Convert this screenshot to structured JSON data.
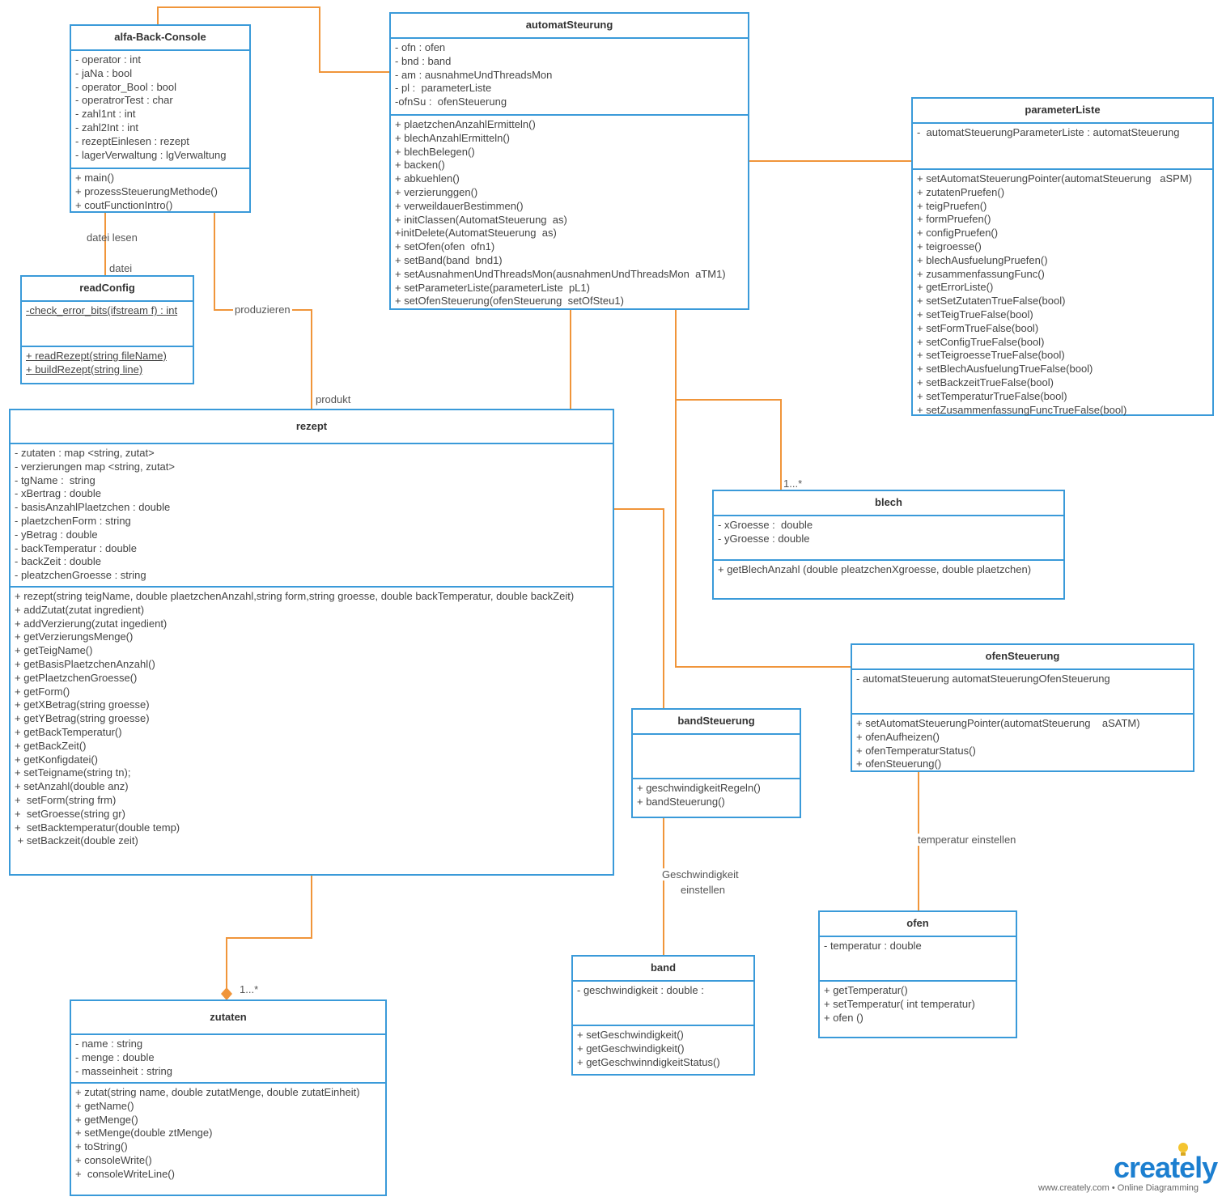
{
  "classes": {
    "alfa": {
      "name": "alfa-Back-Console",
      "attributes": [
        "- operator : int",
        "- jaNa : bool",
        "- operator_Bool : bool",
        "- operatrorTest : char",
        "- zahl1nt : int",
        "- zahl2Int : int",
        "- rezeptEinlesen : rezept",
        "- lagerVerwaltung : lgVerwaltung"
      ],
      "methods": [
        "+ main()",
        "+ prozessSteuerungMethode()",
        "+ coutFunctionIntro()"
      ]
    },
    "automat": {
      "name": "automatSteurung",
      "attributes": [
        "- ofn : ofen",
        "- bnd : band",
        "- am : ausnahmeUndThreadsMon",
        "- pl :  parameterListe",
        "-ofnSu :  ofenSteuerung"
      ],
      "methods": [
        "+ plaetzchenAnzahlErmitteln()",
        "+ blechAnzahlErmitteln()",
        "+ blechBelegen()",
        "+ backen()",
        "+ abkuehlen()",
        "+ verzierunggen()",
        "+ verweildauerBestimmen()",
        "+ initClassen(AutomatSteuerung  as)",
        "+initDelete(AutomatSteuerung  as)",
        "+ setOfen(ofen  ofn1)",
        "+ setBand(band  bnd1)",
        "+ setAusnahmenUndThreadsMon(ausnahmenUndThreadsMon  aTM1)",
        "+ setParameterListe(parameterListe  pL1)",
        "+ setOfenSteuerung(ofenSteuerung  setOfSteu1)"
      ]
    },
    "param": {
      "name": "parameterListe",
      "attributes": [
        "-  automatSteuerungParameterListe : automatSteuerung"
      ],
      "methods": [
        "+ setAutomatSteuerungPointer(automatSteuerung   aSPM)",
        "+ zutatenPruefen()",
        "+ teigPruefen()",
        "+ formPruefen()",
        "+ configPruefen()",
        "+ teigroesse()",
        "+ blechAusfuelungPruefen()",
        "+ zusammenfassungFunc()",
        "+ getErrorListe()",
        "+ setSetZutatenTrueFalse(bool)",
        "+ setTeigTrueFalse(bool)",
        "+ setFormTrueFalse(bool)",
        "+ setConfigTrueFalse(bool)",
        "+ setTeigroesseTrueFalse(bool)",
        "+ setBlechAusfuelungTrueFalse(bool)",
        "+ setBackzeitTrueFalse(bool)",
        "+ setTemperaturTrueFalse(bool)",
        "+ setZusammenfassungFuncTrueFalse(bool)"
      ]
    },
    "readConfig": {
      "name": "readConfig",
      "attributes": [
        "-check_error_bits(ifstream f) : int"
      ],
      "methods": [
        "+ readRezept(string fileName)",
        "+ buildRezept(string line)"
      ]
    },
    "rezept": {
      "name": "rezept",
      "attributes": [
        "- zutaten : map <string, zutat>",
        "- verzierungen map <string, zutat>",
        "- tgName :  string",
        "- xBertrag : double",
        "- basisAnzahlPlaetzchen : double",
        "- plaetzchenForm : string",
        "- yBetrag : double",
        "- backTemperatur : double",
        "- backZeit : double",
        "- pleatzchenGroesse : string"
      ],
      "methods": [
        "+ rezept(string teigName, double plaetzchenAnzahl,string form,string groesse, double backTemperatur, double backZeit)",
        "+ addZutat(zutat ingredient)",
        "+ addVerzierung(zutat ingedient)",
        "+ getVerzierungsMenge()",
        "+ getTeigName()",
        "+ getBasisPlaetzchenAnzahl()",
        "+ getPlaetzchenGroesse()",
        "+ getForm()",
        "+ getXBetrag(string groesse)",
        "+ getYBetrag(string groesse)",
        "+ getBackTemperatur()",
        "+ getBackZeit()",
        "+ getKonfigdatei()",
        "+ setTeigname(string tn);",
        "+ setAnzahl(double anz)",
        "+  setForm(string frm)",
        "+  setGroesse(string gr)",
        "+  setBacktemperatur(double temp)",
        " + setBackzeit(double zeit)"
      ]
    },
    "blech": {
      "name": "blech",
      "attributes": [
        "- xGroesse :  double",
        "- yGroesse : double"
      ],
      "methods": [
        "+ getBlechAnzahl (double pleatzchenXgroesse, double plaetzchen)"
      ]
    },
    "ofenSteuerung": {
      "name": "ofenSteuerung",
      "attributes": [
        "- automatSteuerung automatSteuerungOfenSteuerung"
      ],
      "methods": [
        "+ setAutomatSteuerungPointer(automatSteuerung    aSATM)",
        "+ ofenAufheizen()",
        "+ ofenTemperaturStatus()",
        "+ ofenSteuerung()"
      ]
    },
    "bandSteuerung": {
      "name": "bandSteuerung",
      "attributes": [],
      "methods": [
        "+ geschwindigkeitRegeln()",
        "+ bandSteuerung()"
      ]
    },
    "ofen": {
      "name": "ofen",
      "attributes": [
        "- temperatur : double"
      ],
      "methods": [
        "+ getTemperatur()",
        "+ setTemperatur( int temperatur)",
        "+ ofen ()"
      ]
    },
    "band": {
      "name": "band",
      "attributes": [
        "- geschwindigkeit : double :"
      ],
      "methods": [
        "+ setGeschwindigkeit()",
        "+ getGeschwindigkeit()",
        "+ getGeschwinndigkeitStatus()"
      ]
    },
    "zutaten": {
      "name": "zutaten",
      "attributes": [
        "- name : string",
        "- menge : double",
        "- masseinheit : string"
      ],
      "methods": [
        "+ zutat(string name, double zutatMenge, double zutatEinheit)",
        "+ getName()",
        "+ getMenge()",
        "+ setMenge(double ztMenge)",
        "+ toString()",
        "+ consoleWrite()",
        "+  consoleWriteLine()"
      ]
    }
  },
  "labels": {
    "datei_lesen": "datei lesen",
    "datei": "datei",
    "produzieren": "produzieren",
    "produkt": "produkt",
    "mult_blech": "1...*",
    "mult_zutaten": "1...*",
    "geschw_1": "Geschwindigkeit",
    "geschw_2": "einstellen",
    "temperatur": "temperatur einstellen"
  },
  "branding": {
    "logo": "creately",
    "tagline": "www.creately.com • Online Diagramming"
  },
  "colors": {
    "border": "#3a9ad9",
    "connector": "#f0953a",
    "logo": "#1c7fd0",
    "logo_bulb": "#f4c430"
  }
}
